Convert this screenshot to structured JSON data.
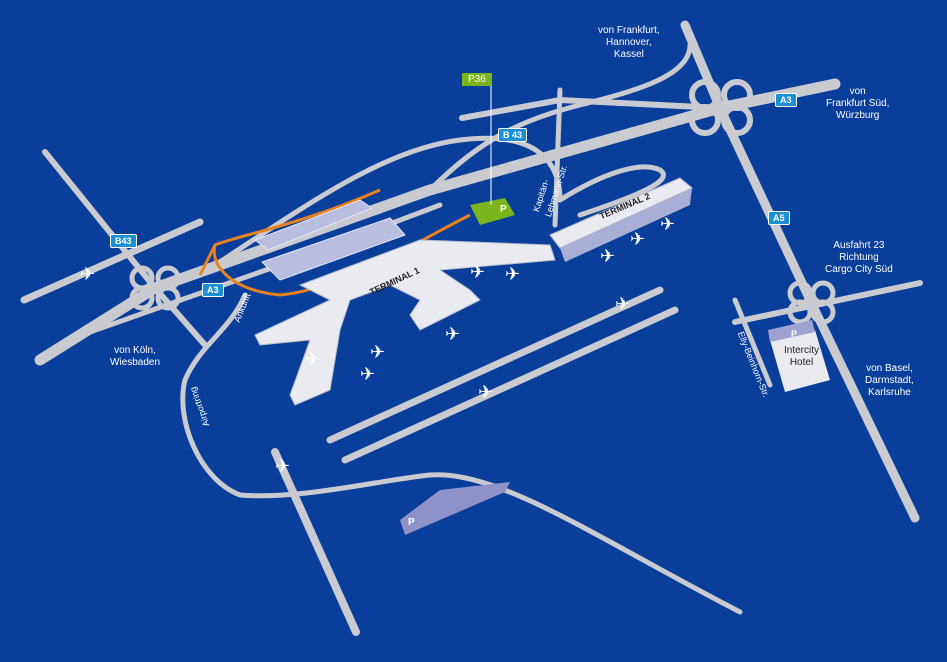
{
  "colors": {
    "background": "#0a3e9b",
    "road": "#c9cbd0",
    "arrival_route": "#e8821e",
    "parking_green": "#7ab51d",
    "shield": "#1a8fd6"
  },
  "labels": {
    "frankfurt_north": [
      "von Frankfurt,",
      "Hannover,",
      "Kassel"
    ],
    "frankfurt_south": [
      "von",
      "Frankfurt Süd,",
      "Würzburg"
    ],
    "koeln": [
      "von Köln,",
      "Wiesbaden"
    ],
    "exit23": [
      "Ausfahrt 23",
      "Richtung",
      "Cargo City Süd"
    ],
    "basel": [
      "von Basel,",
      "Darmstadt,",
      "Karlsruhe"
    ],
    "hotel": [
      "Intercity",
      "Hotel"
    ]
  },
  "shields": {
    "a3_right": "A3",
    "a3_left": "A3",
    "a5": "A5",
    "b43_left": "B43",
    "b43_center": "B 43"
  },
  "streets": {
    "kapitaen": "Kapitän-",
    "lehmann": "Lehmann-Str.",
    "elly": "Elly-Beinhorn-Str.",
    "ankunft": "Ankunft",
    "airportring": "Airportring"
  },
  "terminals": {
    "t1": "TERMINAL 1",
    "t2": "TERMINAL 2"
  },
  "parking": {
    "p36": "P36",
    "p_green": "P",
    "p_hotel": "P",
    "p_south": "P"
  }
}
